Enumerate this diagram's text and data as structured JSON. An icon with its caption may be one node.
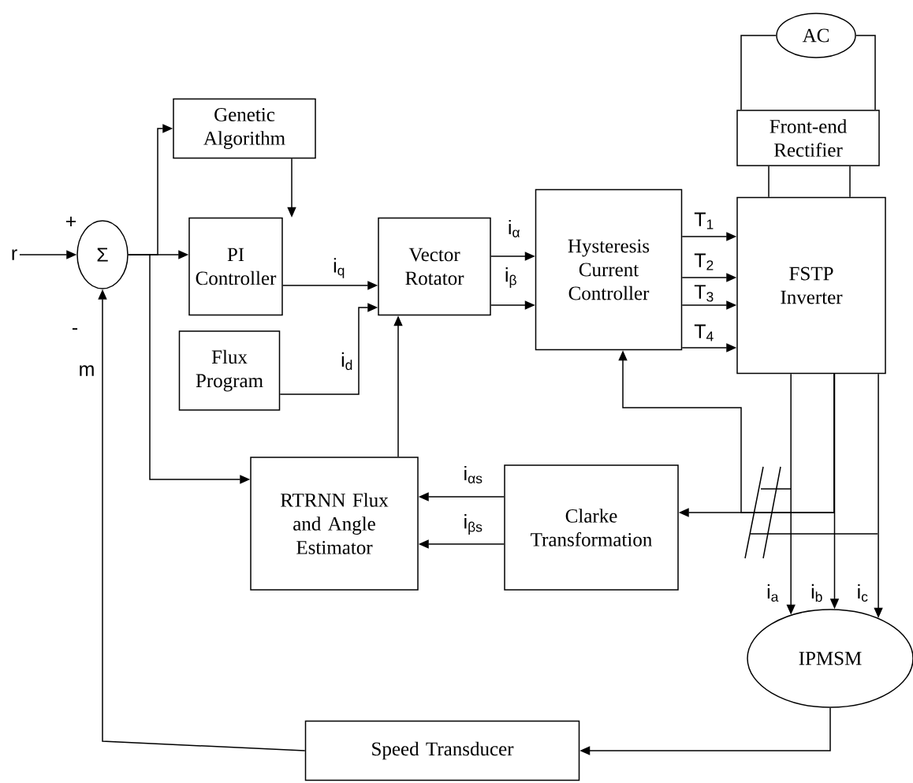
{
  "diagram": {
    "nodes": [
      {
        "text": [
          "Σ"
        ]
      },
      {
        "text": [
          "Genetic Algorithm"
        ]
      },
      {
        "text": [
          "PI Controller"
        ]
      },
      {
        "text": [
          "Vector Rotator"
        ]
      },
      {
        "text": [
          "Flux Program"
        ]
      },
      {
        "text": [
          "Hysteresis Current Controller"
        ]
      },
      {
        "text": [
          "FSTP Inverter"
        ]
      },
      {
        "text": [
          "Front-end Rectifier"
        ]
      },
      {
        "text": [
          "AC"
        ]
      },
      {
        "text": [
          "RTRNN Flux and Angle Estimator"
        ]
      },
      {
        "text": [
          "Clarke Transformation"
        ]
      },
      {
        "text": [
          "IPMSM"
        ]
      },
      {
        "text": [
          "Speed Transducer"
        ]
      },
      {
        "text": [
          "r"
        ]
      }
    ],
    "edges": [
      {
        "from": 13,
        "to": 0,
        "arrow": "to"
      },
      {
        "from": 0,
        "to": 2,
        "arrow": "to"
      },
      {
        "from": 0,
        "to": 1,
        "arrow": "to"
      },
      {
        "from": 0,
        "to": 9,
        "arrow": "to"
      },
      {
        "from": 1,
        "to": 2,
        "arrow": "to"
      },
      {
        "from": 2,
        "to": 3,
        "arrow": "to",
        "label": "i$_{q}$"
      },
      {
        "from": 4,
        "to": 3,
        "arrow": "to",
        "label": "i$_{d}$"
      },
      {
        "from": 9,
        "to": 3,
        "arrow": "to"
      },
      {
        "from": 3,
        "to": 5,
        "arrow": "to",
        "label": "i$_{α}$"
      },
      {
        "from": 3,
        "to": 5,
        "arrow": "to",
        "label": "i$_{β}$"
      },
      {
        "from": 5,
        "to": 6,
        "arrow": "to",
        "label": "T$_{1}$"
      },
      {
        "from": 5,
        "to": 6,
        "arrow": "to",
        "label": "T$_{2}$"
      },
      {
        "from": 5,
        "to": 6,
        "arrow": "to",
        "label": "T$_{3}$"
      },
      {
        "from": 5,
        "to": 6,
        "arrow": "to",
        "label": "T$_{4}$"
      },
      {
        "from": 6,
        "to": 11,
        "arrow": "to",
        "label": "i$_{a}$"
      },
      {
        "from": 6,
        "to": 11,
        "arrow": "to",
        "label": "i$_{b}$"
      },
      {
        "from": 6,
        "to": 11,
        "arrow": "to",
        "label": "i$_{c}$"
      },
      {
        "from": 6,
        "to": 10,
        "arrow": "to"
      },
      {
        "from": 6,
        "to": 5,
        "arrow": "to"
      },
      {
        "from": 10,
        "to": 9,
        "arrow": "to",
        "label": "i$_{αs}$"
      },
      {
        "from": 10,
        "to": 9,
        "arrow": "to",
        "label": "i$_{βs}$"
      },
      {
        "from": 11,
        "to": 12,
        "arrow": "to"
      },
      {
        "from": 12,
        "to": 0,
        "arrow": "to",
        "label": "m"
      },
      {
        "from": 8,
        "to": 7,
        "arrow": "none"
      },
      {
        "from": 8,
        "to": 7,
        "arrow": "none"
      },
      {
        "from": 7,
        "to": 6,
        "arrow": "none"
      },
      {
        "from": 7,
        "to": 6,
        "arrow": "none"
      }
    ],
    "labels": [
      "+",
      "-"
    ]
  }
}
